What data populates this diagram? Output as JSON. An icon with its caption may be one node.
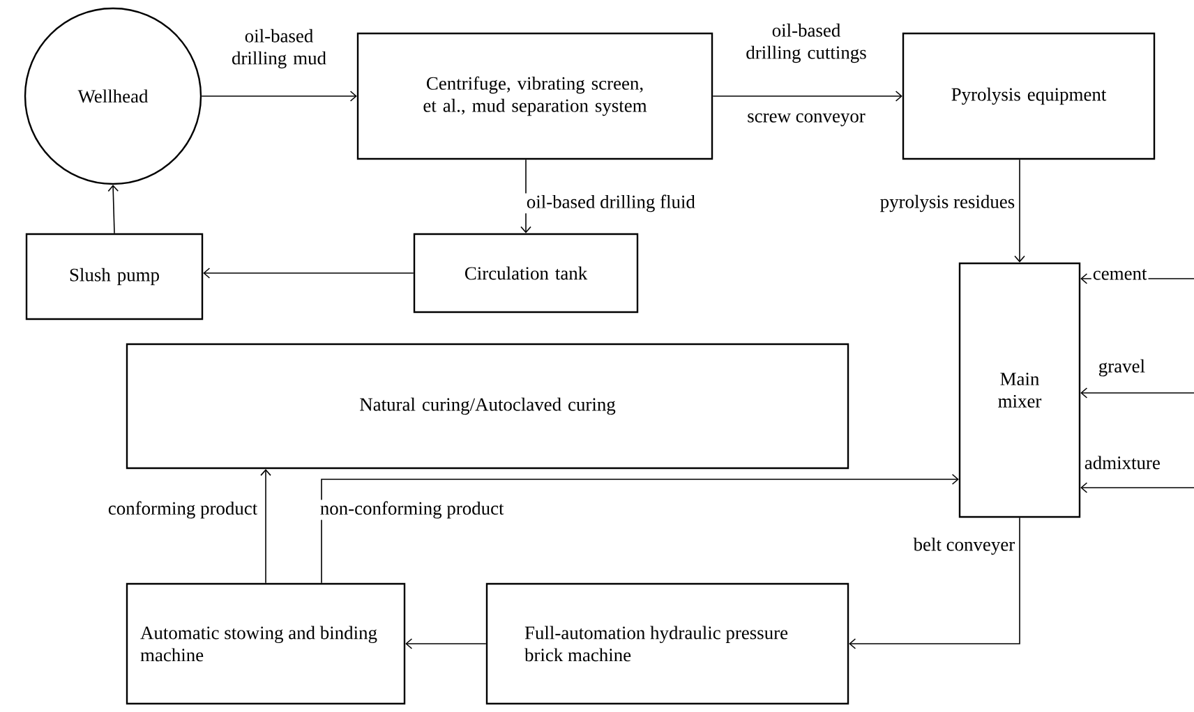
{
  "diagram": {
    "nodes": [
      {
        "text": [
          "Wellhead"
        ]
      },
      {
        "text": [
          "Centrifuge, vibrating screen, et al., mud separation system"
        ]
      },
      {
        "text": [
          "Pyrolysis equipment"
        ]
      },
      {
        "text": [
          "Slush pump"
        ]
      },
      {
        "text": [
          "Circulation tank"
        ]
      },
      {
        "text": [
          "Main mixer"
        ]
      },
      {
        "text": [
          "Natural curing/Autoclaved curing"
        ]
      },
      {
        "text": [
          "Automatic stowing and binding machine"
        ]
      },
      {
        "text": [
          "Full-automation hydraulic pressure brick machine"
        ]
      }
    ],
    "edges": [
      {
        "from": 0,
        "to": 1,
        "arrow": "to",
        "label": "oil-based drilling mud"
      },
      {
        "from": 1,
        "to": 2,
        "arrow": "to",
        "label": "oil-based drilling cuttings"
      },
      {
        "from": 1,
        "to": 4,
        "arrow": "to",
        "label": "oil-based drilling fluid"
      },
      {
        "from": 4,
        "to": 3,
        "arrow": "to"
      },
      {
        "from": 3,
        "to": 0,
        "arrow": "to"
      },
      {
        "from": 2,
        "to": 5,
        "arrow": "to",
        "label": "pyrolysis residues"
      },
      {
        "from": null,
        "to": 5,
        "arrow": "to",
        "label": "cement"
      },
      {
        "from": null,
        "to": 5,
        "arrow": "to",
        "label": "gravel"
      },
      {
        "from": null,
        "to": 5,
        "arrow": "to",
        "label": "admixture"
      },
      {
        "from": 5,
        "to": 8,
        "arrow": "to",
        "label": "belt conveyer"
      },
      {
        "from": 8,
        "to": 7,
        "arrow": "to"
      },
      {
        "from": 7,
        "to": 6,
        "arrow": "to",
        "label": "conforming  product"
      },
      {
        "from": 7,
        "to": 5,
        "arrow": "to",
        "label": "non-conforming  product"
      }
    ],
    "labels": [
      "screw conveyor"
    ]
  }
}
